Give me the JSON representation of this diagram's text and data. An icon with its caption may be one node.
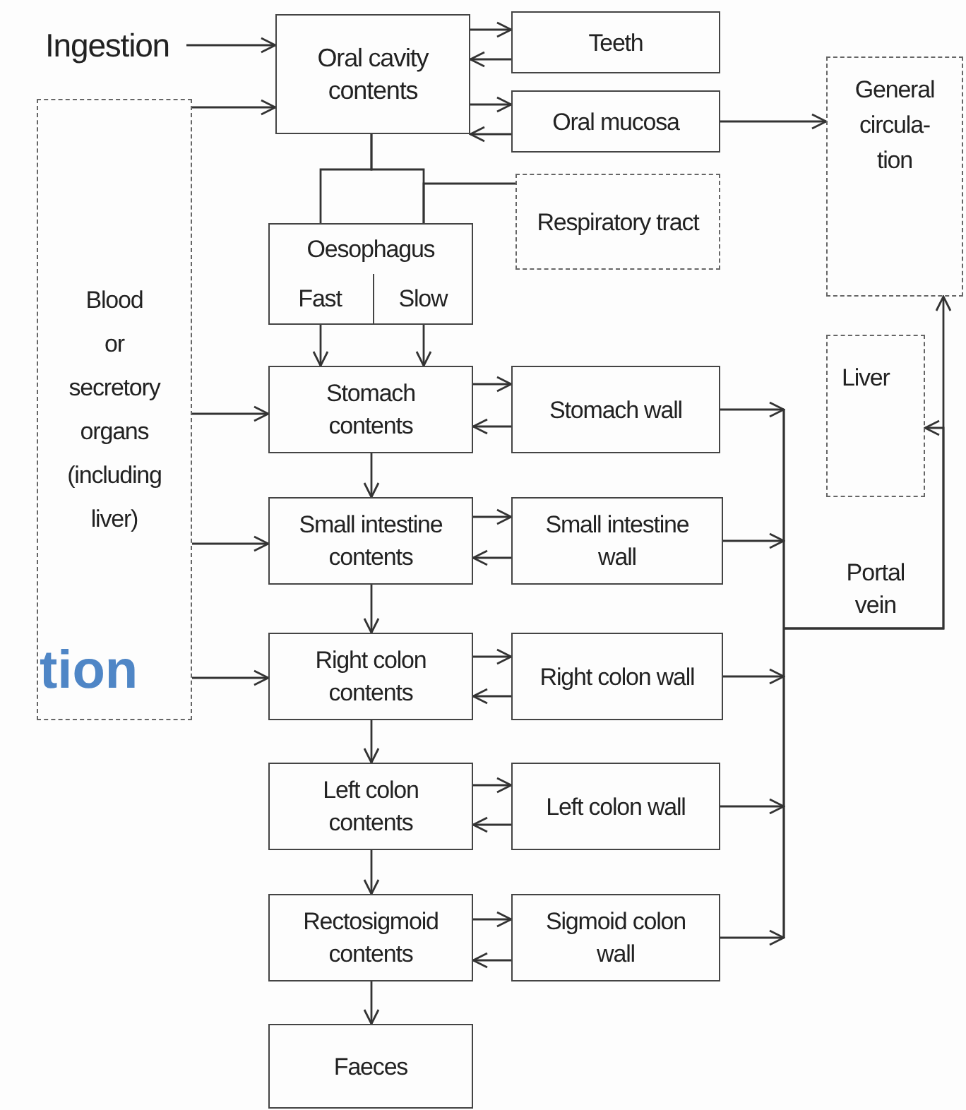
{
  "diagram": {
    "nodes": [
      {
        "text": [
          "Ingestion"
        ]
      },
      {
        "text": [
          "Oral cavity contents"
        ]
      },
      {
        "text": [
          "Teeth"
        ]
      },
      {
        "text": [
          "Oral mucosa"
        ]
      },
      {
        "text": [
          "General circula-tion"
        ]
      },
      {
        "text": [
          "Respiratory tract"
        ]
      },
      {
        "text": [
          "Oesophagus"
        ]
      },
      {
        "text": [
          "Fast"
        ],
        "in": 6
      },
      {
        "text": [
          "Slow"
        ],
        "in": 6
      },
      {
        "text": [
          "Blood or secretory organs (including liver)"
        ]
      },
      {
        "text": [
          "Liver"
        ]
      },
      {
        "text": [
          "Stomach contents"
        ]
      },
      {
        "text": [
          "Stomach wall"
        ]
      },
      {
        "text": [
          "Small intestine contents"
        ]
      },
      {
        "text": [
          "Small intestine wall"
        ]
      },
      {
        "text": [
          "Right colon contents"
        ]
      },
      {
        "text": [
          "Right colon wall"
        ]
      },
      {
        "text": [
          "Left colon contents"
        ]
      },
      {
        "text": [
          "Left colon wall"
        ]
      },
      {
        "text": [
          "Rectosigmoid contents"
        ]
      },
      {
        "text": [
          "Sigmoid colon wall"
        ]
      },
      {
        "text": [
          "Faeces"
        ]
      }
    ],
    "edges": [
      {
        "from": 0,
        "to": 1,
        "arrow": "to"
      },
      {
        "from": 9,
        "to": 1,
        "arrow": "to"
      },
      {
        "from": 1,
        "to": 2,
        "arrow": "to"
      },
      {
        "from": 2,
        "to": 1,
        "arrow": "to"
      },
      {
        "from": 1,
        "to": 3,
        "arrow": "to"
      },
      {
        "from": 3,
        "to": 1,
        "arrow": "to"
      },
      {
        "from": 3,
        "to": 4,
        "arrow": "to"
      },
      {
        "from": 1,
        "to": 7,
        "arrow": "to"
      },
      {
        "from": 1,
        "to": 8,
        "arrow": "to"
      },
      {
        "from": 5,
        "to": 8,
        "arrow": "to"
      },
      {
        "from": 7,
        "to": 11,
        "arrow": "to"
      },
      {
        "from": 8,
        "to": 11,
        "arrow": "to"
      },
      {
        "from": 9,
        "to": 11,
        "arrow": "to"
      },
      {
        "from": 9,
        "to": 13,
        "arrow": "to"
      },
      {
        "from": 9,
        "to": 15,
        "arrow": "to"
      },
      {
        "from": 11,
        "to": 12,
        "arrow": "to"
      },
      {
        "from": 12,
        "to": 11,
        "arrow": "to"
      },
      {
        "from": 13,
        "to": 14,
        "arrow": "to"
      },
      {
        "from": 14,
        "to": 13,
        "arrow": "to"
      },
      {
        "from": 15,
        "to": 16,
        "arrow": "to"
      },
      {
        "from": 16,
        "to": 15,
        "arrow": "to"
      },
      {
        "from": 17,
        "to": 18,
        "arrow": "to"
      },
      {
        "from": 18,
        "to": 17,
        "arrow": "to"
      },
      {
        "from": 19,
        "to": 20,
        "arrow": "to"
      },
      {
        "from": 20,
        "to": 19,
        "arrow": "to"
      },
      {
        "from": 11,
        "to": 13,
        "arrow": "to"
      },
      {
        "from": 13,
        "to": 15,
        "arrow": "to"
      },
      {
        "from": 15,
        "to": 17,
        "arrow": "to"
      },
      {
        "from": 17,
        "to": 19,
        "arrow": "to"
      },
      {
        "from": 19,
        "to": 21,
        "arrow": "to"
      },
      {
        "from": 12,
        "to": 10,
        "arrow": "to"
      },
      {
        "from": 14,
        "to": 10,
        "arrow": "to"
      },
      {
        "from": 16,
        "to": 10,
        "arrow": "to"
      },
      {
        "from": 18,
        "to": 10,
        "arrow": "to"
      },
      {
        "from": 20,
        "to": 10,
        "arrow": "to"
      },
      {
        "from": 12,
        "to": 4,
        "arrow": "to"
      },
      {
        "from": 14,
        "to": 4,
        "arrow": "to"
      },
      {
        "from": 16,
        "to": 4,
        "arrow": "to"
      },
      {
        "from": 18,
        "to": 4,
        "arrow": "to"
      },
      {
        "from": 20,
        "to": 4,
        "arrow": "to"
      }
    ],
    "labels": [
      "Portal vein",
      "tion"
    ]
  }
}
